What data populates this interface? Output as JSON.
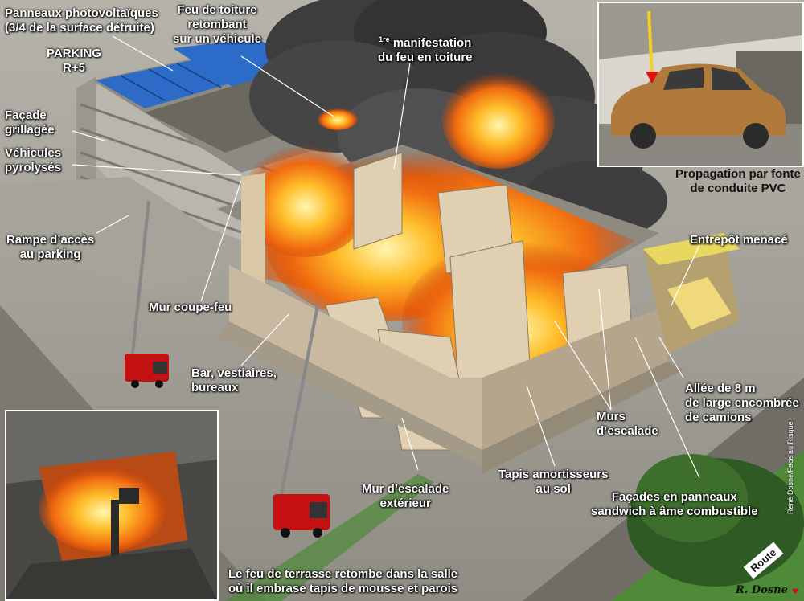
{
  "labels": {
    "pv_panels": [
      "Panneaux photovoltaïques",
      "(3/4 de la surface détruite)"
    ],
    "roof_fire": [
      "Feu de toiture",
      "retombant",
      "sur un véhicule"
    ],
    "first_fire_sup": "1re",
    "first_fire": [
      "manifestation",
      "du feu en toiture"
    ],
    "parking": [
      "PARKING",
      "R+5"
    ],
    "facade": [
      "Façade",
      "grillagée"
    ],
    "vehicles": [
      "Véhicules",
      "pyrolysés"
    ],
    "ramp": [
      "Rampe d’accès",
      "au parking"
    ],
    "firewall": "Mur coupe-feu",
    "bar": [
      "Bar, vestiaires,",
      "bureaux"
    ],
    "pvc": [
      "Propagation par fonte",
      "de conduite PVC"
    ],
    "warehouse": "Entrepôt menacé",
    "alley": [
      "Allée de 8 m",
      "de large encombrée",
      "de camions"
    ],
    "climbing_walls": [
      "Murs",
      "d’escalade"
    ],
    "mats": [
      "Tapis amortisseurs",
      "au sol"
    ],
    "outer_wall": [
      "Mur d’escalade",
      "extérieur"
    ],
    "sandwich": [
      "Façades en panneaux",
      "sandwich à âme combustible"
    ],
    "terrace": [
      "Le feu de terrasse retombe dans la salle",
      "où il embrase tapis de mousse et parois"
    ],
    "route": "Route",
    "credit": "René Dosne/Face au Risque",
    "signature": "R. Dosne"
  },
  "colors": {
    "fire": "#ff8a10",
    "smoke": "#4a4a4a",
    "ground": "#9a9890",
    "grass": "#4f8a38",
    "panel": "#2c6cc8",
    "truck": "#c41010"
  },
  "icons": {
    "heart": "heart-icon",
    "truck": "fire-truck-icon",
    "arrow": "flame-arrow-icon"
  }
}
